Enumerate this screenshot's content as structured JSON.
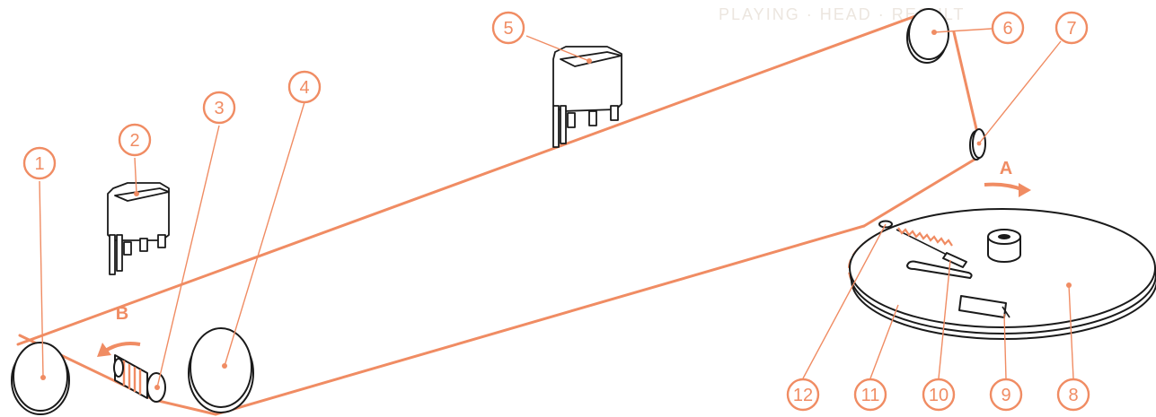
{
  "colors": {
    "accent": "#f08c63",
    "ink": "#1a1a1a",
    "background": "#ffffff"
  },
  "callouts": [
    "1",
    "2",
    "3",
    "4",
    "5",
    "6",
    "7",
    "8",
    "9",
    "10",
    "11",
    "12"
  ],
  "arrows": {
    "a": "A",
    "b": "B"
  }
}
